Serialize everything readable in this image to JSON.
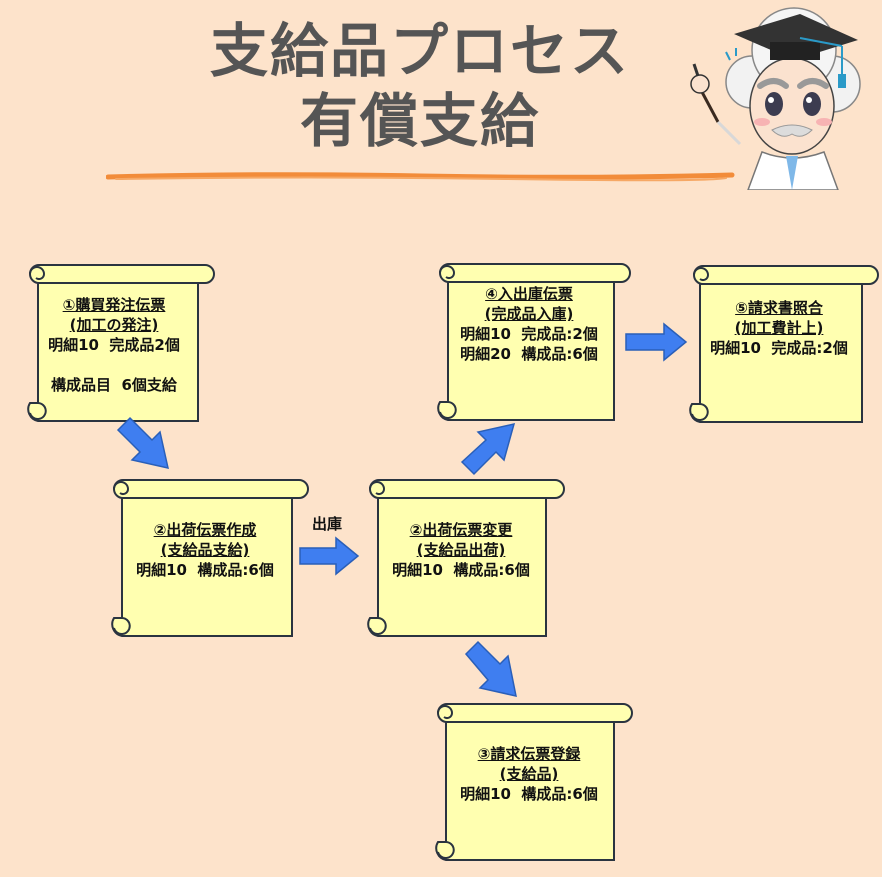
{
  "header": {
    "title_line1": "支給品プロセス",
    "title_line2": "有償支給"
  },
  "colors": {
    "background": "#fde3cb",
    "scroll_fill": "#ffffb0",
    "scroll_stroke": "#2a3440",
    "arrow": "#3f7ef0",
    "underline": "#f28c3a"
  },
  "scrolls": {
    "s1": {
      "heading1": "①購買発注伝票",
      "heading2": "(加工の発注)",
      "line1": "明細10  完成品2個",
      "line2": "",
      "line3": "構成品目  6個支給"
    },
    "s2": {
      "heading1": "②出荷伝票作成",
      "heading2": "(支給品支給)",
      "line1": "明細10  構成品:6個"
    },
    "s3": {
      "heading1": "②出荷伝票変更",
      "heading2": "(支給品出荷)",
      "line1": "明細10  構成品:6個"
    },
    "s4": {
      "heading1": "④入出庫伝票",
      "heading2": "(完成品入庫)",
      "line1": "明細10  完成品:2個",
      "line2": "明細20  構成品:6個"
    },
    "s5": {
      "heading1": "⑤請求書照合",
      "heading2": "(加工費計上)",
      "line1": "明細10  完成品:2個"
    },
    "s6": {
      "heading1": "③請求伝票登録",
      "heading2": "(支給品)",
      "line1": "明細10  構成品:6個"
    }
  },
  "labels": {
    "shukko": "出庫"
  }
}
